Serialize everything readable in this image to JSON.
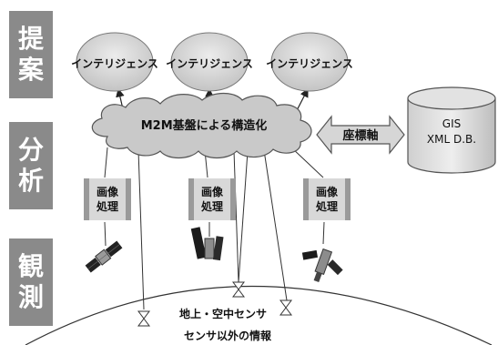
{
  "layers": {
    "propose": [
      "提",
      "案"
    ],
    "analyze": [
      "分",
      "析"
    ],
    "observe": [
      "観",
      "測"
    ]
  },
  "intelligence_label": "インテリジェンス",
  "cloud_label": "M2M基盤による構造化",
  "coordinate_axis_label": "座標軸",
  "gis_db": {
    "line1": "GIS",
    "line2": "XML D.B."
  },
  "image_processing": [
    "画像",
    "処理"
  ],
  "ground_sensor_label": "地上・空中センサ",
  "other_sensor_label": "センサ以外の情報"
}
